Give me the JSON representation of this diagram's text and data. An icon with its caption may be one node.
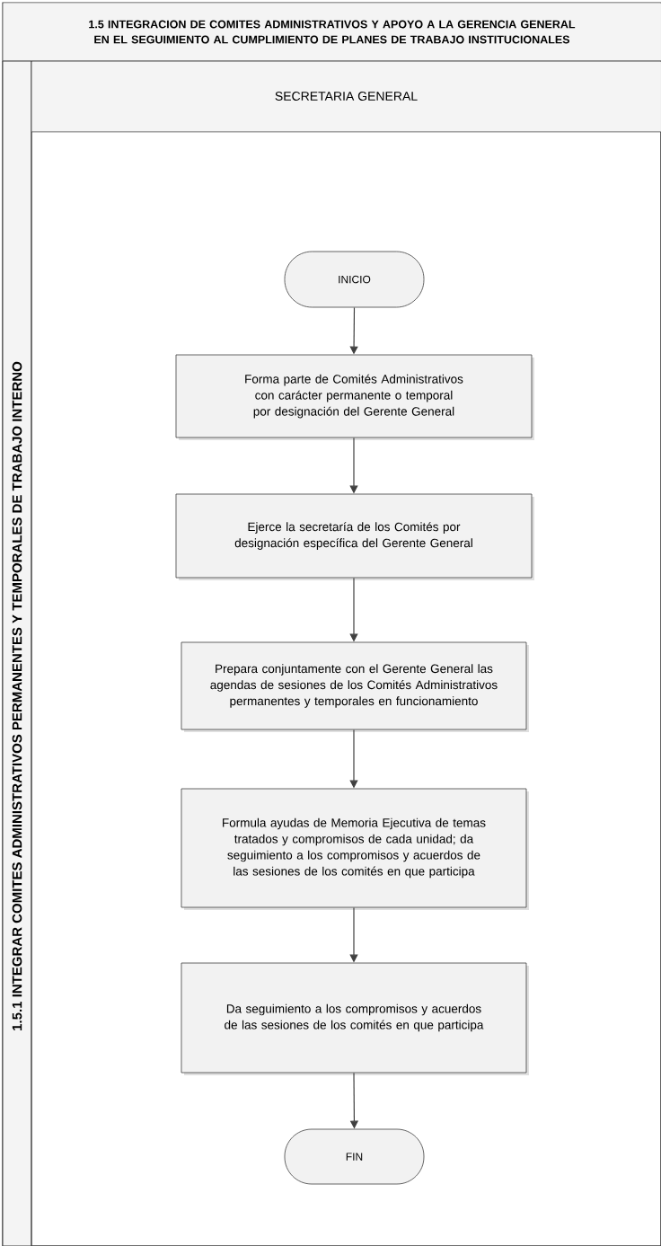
{
  "diagram": {
    "nodes": [
      {
        "text": [
          "1.5 INTEGRACION DE COMITES ADMINISTRATIVOS Y APOYO A LA GERENCIA GENERAL EN EL SEGUIMIENTO AL CUMPLIMIENTO DE PLANES DE TRABAJO INSTITUCIONALES"
        ]
      },
      {
        "text": [
          "1.5.1 INTEGRAR COMITES ADMINISTRATIVOS  PERMANENTES Y TEMPORALES DE TRABAJO INTERNO"
        ],
        "in": 0
      },
      {
        "text": [
          "SECRETARIA GENERAL"
        ],
        "in": 0
      },
      {
        "text": [
          "INICIO"
        ],
        "in": 2
      },
      {
        "text": [
          "Forma parte de Comités Administrativos con carácter permanente o temporal por designación del Gerente General"
        ],
        "in": 2
      },
      {
        "text": [
          "Ejerce la secretaría de los Comités por designación específica del Gerente General"
        ],
        "in": 2
      },
      {
        "text": [
          "Prepara conjuntamente con el Gerente General las agendas de sesiones de los Comités Administrativos permanentes y temporales  en funcionamiento"
        ],
        "in": 2
      },
      {
        "text": [
          "Formula  ayudas de Memoria Ejecutiva de temas tratados y compromisos de cada unidad; da seguimiento a los compromisos y acuerdos de las sesiones de los comités en que participa"
        ],
        "in": 2
      },
      {
        "text": [
          "Da seguimiento a los compromisos y acuerdos de las sesiones de los comités en que participa"
        ],
        "in": 2
      },
      {
        "text": [
          "FIN"
        ],
        "in": 2
      }
    ],
    "edges": [
      {
        "from": 3,
        "to": 4,
        "arrow": "to"
      },
      {
        "from": 4,
        "to": 5,
        "arrow": "to"
      },
      {
        "from": 5,
        "to": 6,
        "arrow": "to"
      },
      {
        "from": 6,
        "to": 7,
        "arrow": "to"
      },
      {
        "from": 7,
        "to": 8,
        "arrow": "to"
      },
      {
        "from": 8,
        "to": 9,
        "arrow": "to"
      }
    ]
  }
}
